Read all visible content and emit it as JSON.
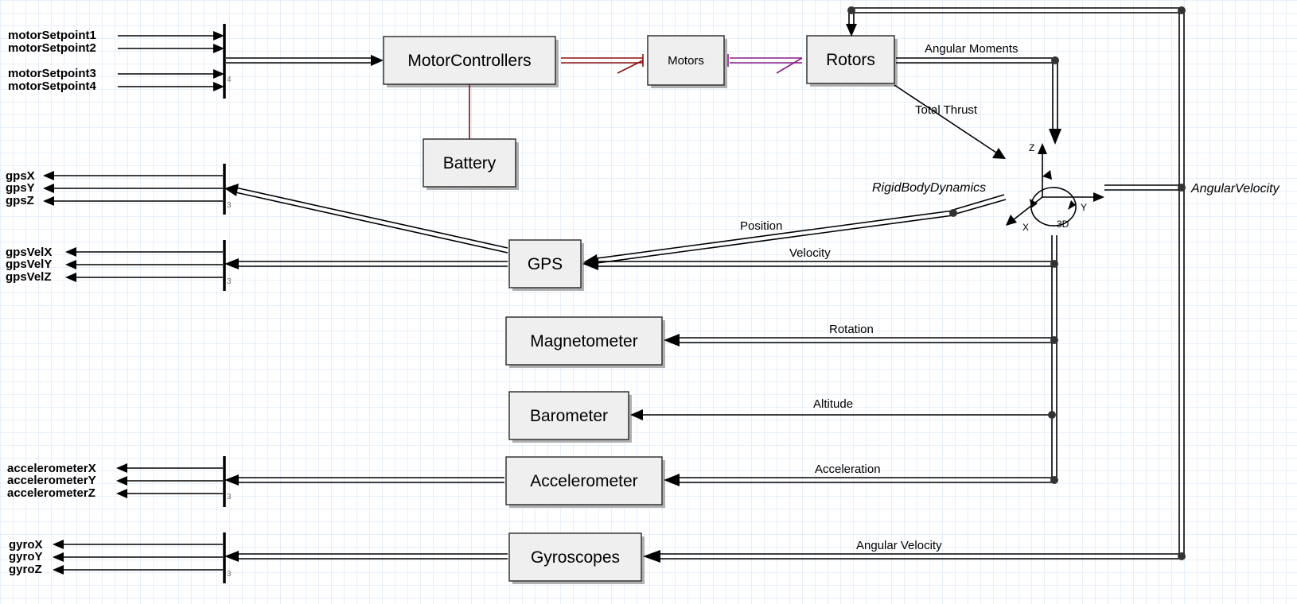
{
  "blocks": {
    "motor_controllers": "MotorControllers",
    "motors": "Motors",
    "rotors": "Rotors",
    "battery": "Battery",
    "gps": "GPS",
    "magnetometer": "Magnetometer",
    "barometer": "Barometer",
    "accelerometer": "Accelerometer",
    "gyroscopes": "Gyroscopes"
  },
  "signals": {
    "angular_moments": "Angular Moments",
    "total_thrust": "Total Thrust",
    "position": "Position",
    "velocity": "Velocity",
    "rotation": "Rotation",
    "altitude": "Altitude",
    "acceleration": "Acceleration",
    "angular_velocity": "Angular Velocity"
  },
  "labels": {
    "rigid_body_dynamics": "RigidBodyDynamics",
    "angular_velocity_out": "AngularVelocity",
    "axis_z": "Z",
    "axis_y": "Y",
    "axis_x": "X",
    "axis_3d": "3D"
  },
  "inputs": [
    "motorSetpoint1",
    "motorSetpoint2",
    "motorSetpoint3",
    "motorSetpoint4"
  ],
  "outputs": {
    "gps": [
      "gpsX",
      "gpsY",
      "gpsZ"
    ],
    "gps_vel": [
      "gpsVelX",
      "gpsVelY",
      "gpsVelZ"
    ],
    "accelerometer": [
      "accelerometerX",
      "accelerometerY",
      "accelerometerZ"
    ],
    "gyro": [
      "gyroX",
      "gyroY",
      "gyroZ"
    ]
  },
  "bus_counts": {
    "mux": "4",
    "gps": "3",
    "gps_vel": "3",
    "accelerometer": "3",
    "gyro": "3"
  },
  "colors": {
    "grid": "#cfe0f4",
    "block_fill": "#efefef",
    "power_line": "#8b1010",
    "motor_line": "#8a1c8a"
  }
}
